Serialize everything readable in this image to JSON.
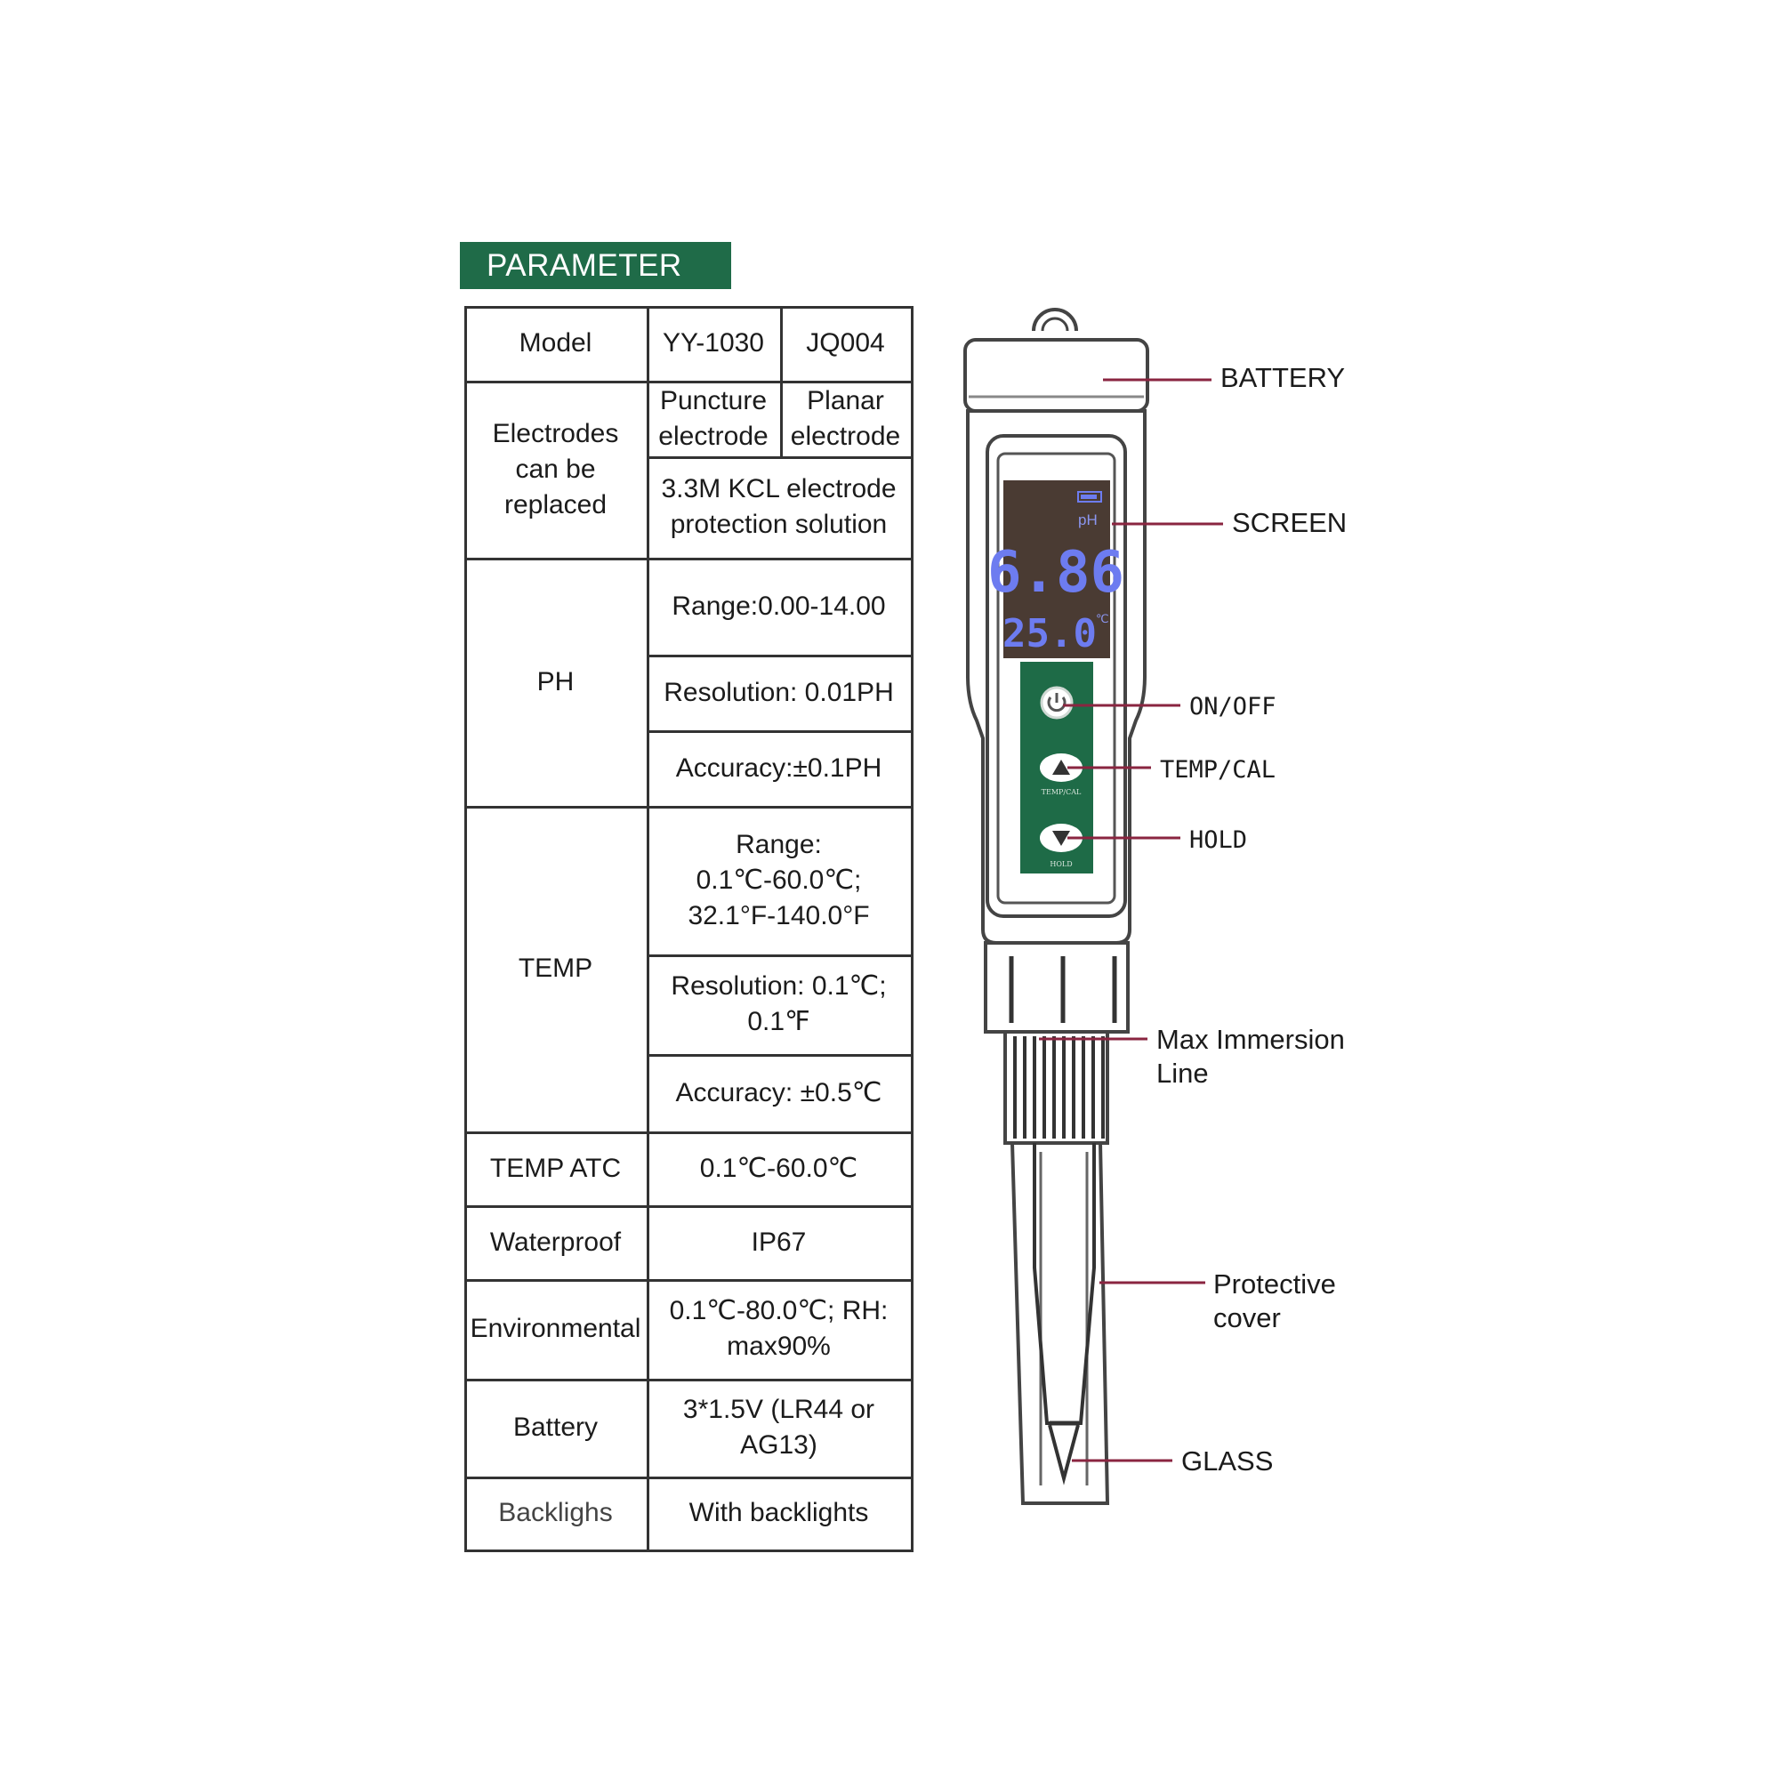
{
  "header": {
    "title": "PARAMETER"
  },
  "table": {
    "model_label": "Model",
    "model_a": "YY-1030",
    "model_b": "JQ004",
    "electrodes_label": "Electrodes can be replaced",
    "electrode_a": "Puncture electrode",
    "electrode_b": "Planar electrode",
    "electrode_solution": "3.3M KCL electrode protection solution",
    "ph_label": "PH",
    "ph_range": "Range:0.00-14.00",
    "ph_resolution": "Resolution: 0.01PH",
    "ph_accuracy": "Accuracy:±0.1PH",
    "temp_label": "TEMP",
    "temp_range": "Range: 0.1℃-60.0℃; 32.1°F-140.0°F",
    "temp_resolution": "Resolution: 0.1℃; 0.1℉",
    "temp_accuracy": "Accuracy: ±0.5℃",
    "atc_label": "TEMP ATC",
    "atc_value": "0.1℃-60.0℃",
    "waterproof_label": "Waterproof",
    "waterproof_value": "IP67",
    "environmental_label": "Environmental",
    "environmental_value": "0.1℃-80.0℃; RH: max90%",
    "battery_label": "Battery",
    "battery_value": "3*1.5V (LR44 or AG13)",
    "backlights_label": "Backlighs",
    "backlights_value": "With backlights"
  },
  "device": {
    "screen_ph_unit": "pH",
    "screen_reading": "6.86",
    "screen_temp": "25.0",
    "screen_temp_unit": "℃",
    "button_up_caption": "TEMP/CAL",
    "button_down_caption": "HOLD"
  },
  "labels": {
    "battery": "BATTERY",
    "screen": "SCREEN",
    "on_off": "ON/OFF",
    "temp_cal": "TEMP/CAL",
    "hold": "HOLD",
    "max_immersion": "Max Immersion Line",
    "protective_cover": "Protective cover",
    "glass": "GLASS"
  },
  "colors": {
    "header_green": "#1f6b48",
    "panel_green": "#1e6b47",
    "leader_line": "#8a2540",
    "lcd_background": "#4a3b33",
    "lcd_digits": "#6d7cf0"
  }
}
